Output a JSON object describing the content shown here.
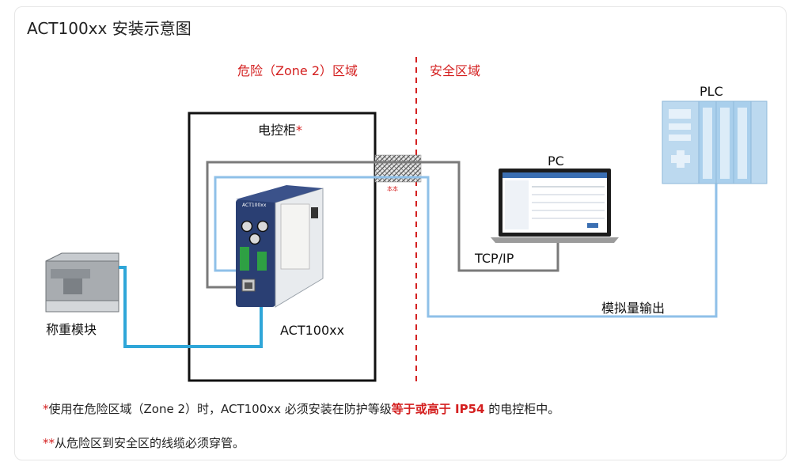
{
  "title": "ACT100xx 安装示意图",
  "zones": {
    "hazard": "危险（Zone 2）区域",
    "safe": "安全区域"
  },
  "cabinet": {
    "label": "电控柜",
    "star": "*"
  },
  "devices": {
    "plc": "PLC",
    "pc": "PC",
    "weighing_module": "称重模块",
    "act": "ACT100xx",
    "device_face_text": "ACT100xx"
  },
  "connections": {
    "tcpip": "TCP/IP",
    "analog_output": "模拟量输出",
    "conduit_mark": "本本"
  },
  "notes": {
    "note1_star": "*",
    "note1_prefix": "使用在危险区域（Zone 2）时，ACT100xx 必须安装在防护等级",
    "note1_highlight": "等于或高于 IP54",
    "note1_suffix": "的电控柜中。",
    "note2_star": "**",
    "note2_text": "从危险区到安全区的线缆必须穿管。"
  },
  "colors": {
    "hazard_red": "#d42020",
    "blue_cable": "#5aa6e0",
    "gray_cable": "#7a7a7a",
    "cyan_cable": "#2fa6d8",
    "plc_blue": "#bcd9ef",
    "device_navy": "#2a3f73"
  }
}
